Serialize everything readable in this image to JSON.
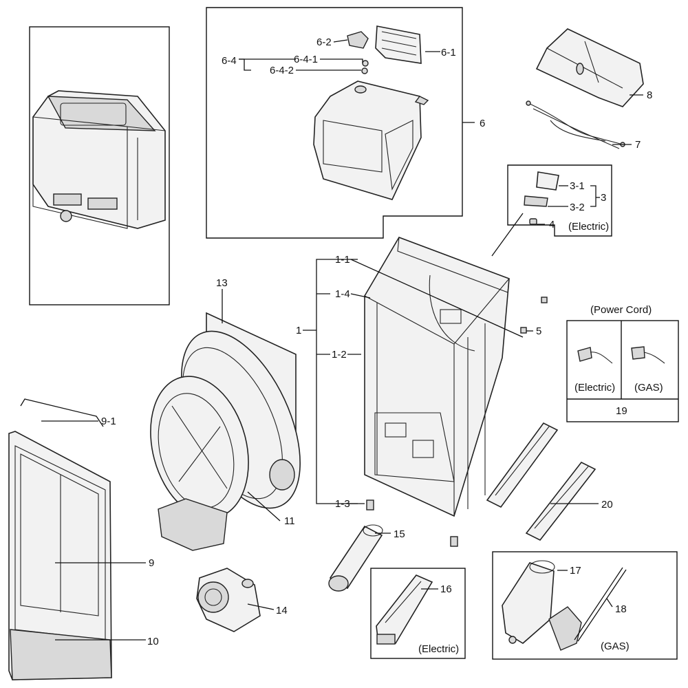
{
  "labels": {
    "p1": "1",
    "p1_1": "1-1",
    "p1_2": "1-2",
    "p1_3": "1-3",
    "p1_4": "1-4",
    "p3": "3",
    "p3_1": "3-1",
    "p3_2": "3-2",
    "p4": "4",
    "p5": "5",
    "p6": "6",
    "p6_1": "6-1",
    "p6_2": "6-2",
    "p6_4": "6-4",
    "p6_4_1": "6-4-1",
    "p6_4_2": "6-4-2",
    "p7": "7",
    "p8": "8",
    "p9": "9",
    "p9_1": "9-1",
    "p10": "10",
    "p11": "11",
    "p13": "13",
    "p14": "14",
    "p15": "15",
    "p16": "16",
    "p17": "17",
    "p18": "18",
    "p19": "19",
    "p20": "20"
  },
  "notes": {
    "electric_sensor": "(Electric)",
    "power_cord_title": "(Power Cord)",
    "cord_electric": "(Electric)",
    "cord_gas": "(GAS)",
    "heater_electric": "(Electric)",
    "burner_gas": "(GAS)"
  },
  "icons": [
    "dryer-assembly-icon",
    "control-panel-icon",
    "wire-harness-icon",
    "cabinet-frame-icon",
    "drum-icon",
    "door-icon",
    "fan-motor-icon",
    "exhaust-duct-icon",
    "heater-icon",
    "gas-burner-icon",
    "power-cord-icon",
    "leveling-rail-icon"
  ]
}
